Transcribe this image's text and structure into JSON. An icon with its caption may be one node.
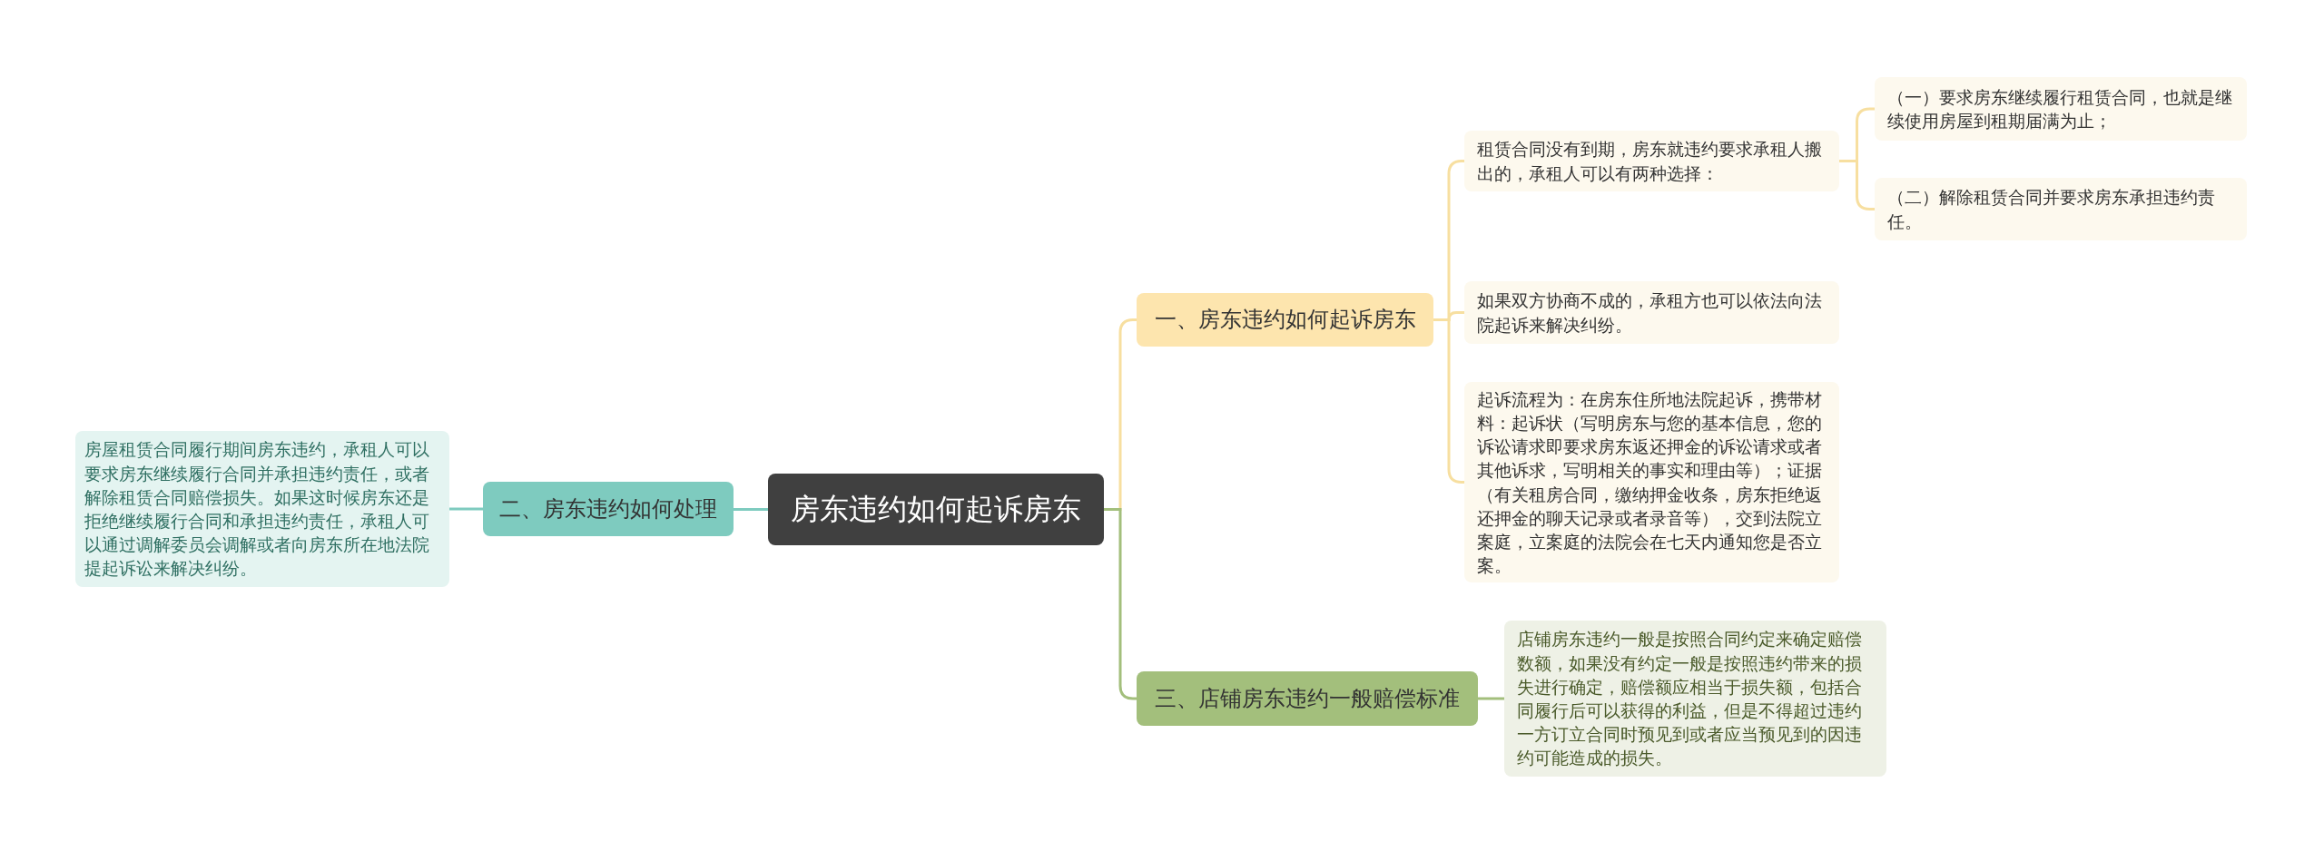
{
  "diagram": {
    "nodes": [
      {
        "text": [
          "房东违约如何起诉房东"
        ]
      },
      {
        "text": [
          "一、房东违约如何起诉房东"
        ]
      },
      {
        "text": [
          "租赁合同没有到期，房东就违约要求承租人搬出的，承租人可以有两种选择："
        ]
      },
      {
        "text": [
          "（一）要求房东继续履行租赁合同，也就是继续使用房屋到租期届满为止；"
        ]
      },
      {
        "text": [
          "（二）解除租赁合同并要求房东承担违约责任。"
        ]
      },
      {
        "text": [
          "如果双方协商不成的，承租方也可以依法向法院起诉来解决纠纷。"
        ]
      },
      {
        "text": [
          "起诉流程为：在房东住所地法院起诉，携带材料：起诉状（写明房东与您的基本信息，您的诉讼请求即要求房东返还押金的诉讼请求或者其他诉求，写明相关的事实和理由等）；证据（有关租房合同，缴纳押金收条，房东拒绝返还押金的聊天记录或者录音等），交到法院立案庭，立案庭的法院会在七天内通知您是否立案。"
        ]
      },
      {
        "text": [
          "二、房东违约如何处理"
        ]
      },
      {
        "text": [
          "房屋租赁合同履行期间房东违约，承租人可以要求房东继续履行合同并承担违约责任，或者解除租赁合同赔偿损失。如果这时候房东还是拒绝继续履行合同和承担违约责任，承租人可以通过调解委员会调解或者向房东所在地法院提起诉讼来解决纠纷。"
        ]
      },
      {
        "text": [
          "三、店铺房东违约一般赔偿标准"
        ]
      },
      {
        "text": [
          "店铺房东违约一般是按照合同约定来确定赔偿数额，如果没有约定一般是按照违约带来的损失进行确定，赔偿额应相当于损失额，包括合同履行后可以获得的利益，但是不得超过违约一方订立合同时预见到或者应当预见到的因违约可能造成的损失。"
        ]
      }
    ],
    "edges": [
      {
        "from": 0,
        "to": 1,
        "arrow": "none"
      },
      {
        "from": 1,
        "to": 2,
        "arrow": "none"
      },
      {
        "from": 2,
        "to": 3,
        "arrow": "none"
      },
      {
        "from": 2,
        "to": 4,
        "arrow": "none"
      },
      {
        "from": 1,
        "to": 5,
        "arrow": "none"
      },
      {
        "from": 1,
        "to": 6,
        "arrow": "none"
      },
      {
        "from": 0,
        "to": 7,
        "arrow": "none",
        "color": "#7ecbbf"
      },
      {
        "from": 7,
        "to": 8,
        "arrow": "none",
        "color": "#7ecbbf"
      },
      {
        "from": 0,
        "to": 9,
        "arrow": "none",
        "color": "#a3bf7c"
      },
      {
        "from": 9,
        "to": 10,
        "arrow": "none",
        "color": "#a3bf7c"
      }
    ]
  }
}
